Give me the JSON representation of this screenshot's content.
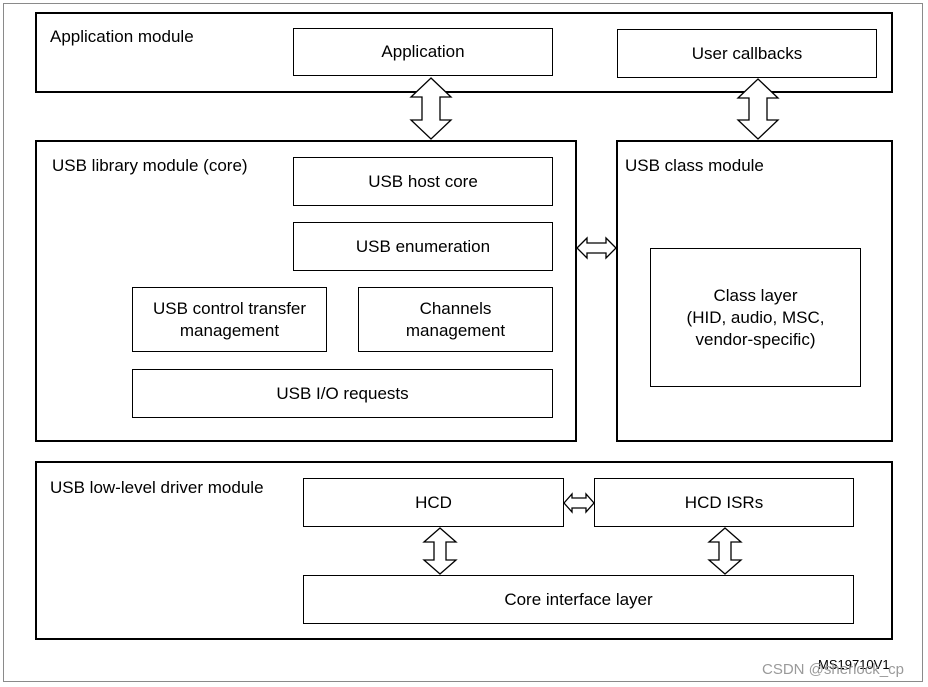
{
  "application_module": {
    "label": "Application module",
    "application": "Application",
    "user_callbacks": "User callbacks"
  },
  "usb_library_module": {
    "label": "USB library module (core)",
    "host_core": "USB host core",
    "enumeration": "USB enumeration",
    "control_transfer": "USB control transfer\nmanagement",
    "channels": "Channels\nmanagement",
    "io_requests": "USB I/O requests"
  },
  "usb_class_module": {
    "label": "USB class module",
    "class_layer": "Class layer\n(HID, audio, MSC,\nvendor-specific)"
  },
  "low_level_driver_module": {
    "label": "USB low-level driver module",
    "hcd": "HCD",
    "hcd_isrs": "HCD ISRs",
    "core_interface": "Core interface layer"
  },
  "footer": {
    "figure_id": "MS19710V1",
    "watermark": "CSDN @sherlock_cp"
  },
  "colors": {
    "border": "#000000",
    "frame": "#8a8a8a",
    "watermark": "#9a9a9a"
  }
}
